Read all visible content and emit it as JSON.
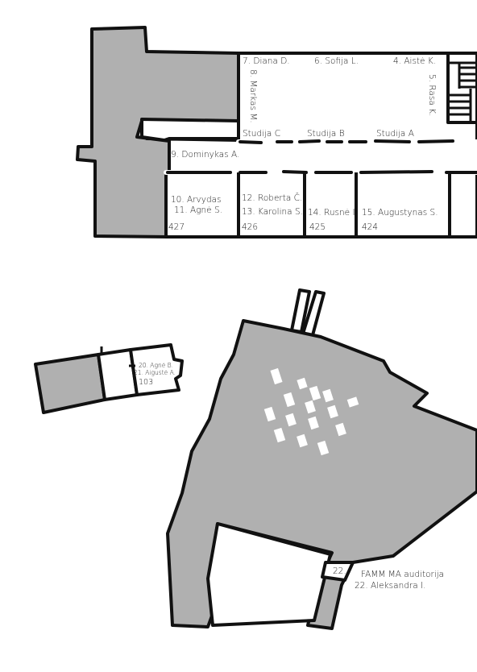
{
  "colors": {
    "fill": "#b0b0b0",
    "stroke": "#111111",
    "paper": "#ffffff",
    "text": "#1e1e1e"
  },
  "upper": {
    "rooms": {
      "r7": "7. Diana D.",
      "r6": "6. Sofija L.",
      "r4": "4. Aistė K.",
      "r8": "8. Markas M.",
      "r5": "5. Rasa K.",
      "studioC": "Studija C",
      "studioB": "Studija B",
      "studioA": "Studija A",
      "r9": "9. Dominykas A.",
      "r10": "10. Arvydas",
      "r11": "11. Agnė S.",
      "n427": "427",
      "r12": "12. Roberta Č.",
      "r13": "13. Karolina S.",
      "n426": "426",
      "r14": "14. Rusnė I.",
      "n425": "425",
      "r15": "15. Augustynas S.",
      "n424": "424"
    }
  },
  "small": {
    "r20": "20. Agnė B.",
    "r21": "21. Aigustė A.",
    "n103": "103"
  },
  "lower": {
    "door": "22.",
    "auditorium": "FAMM MA auditorija",
    "r22": "22. Aleksandra I."
  }
}
